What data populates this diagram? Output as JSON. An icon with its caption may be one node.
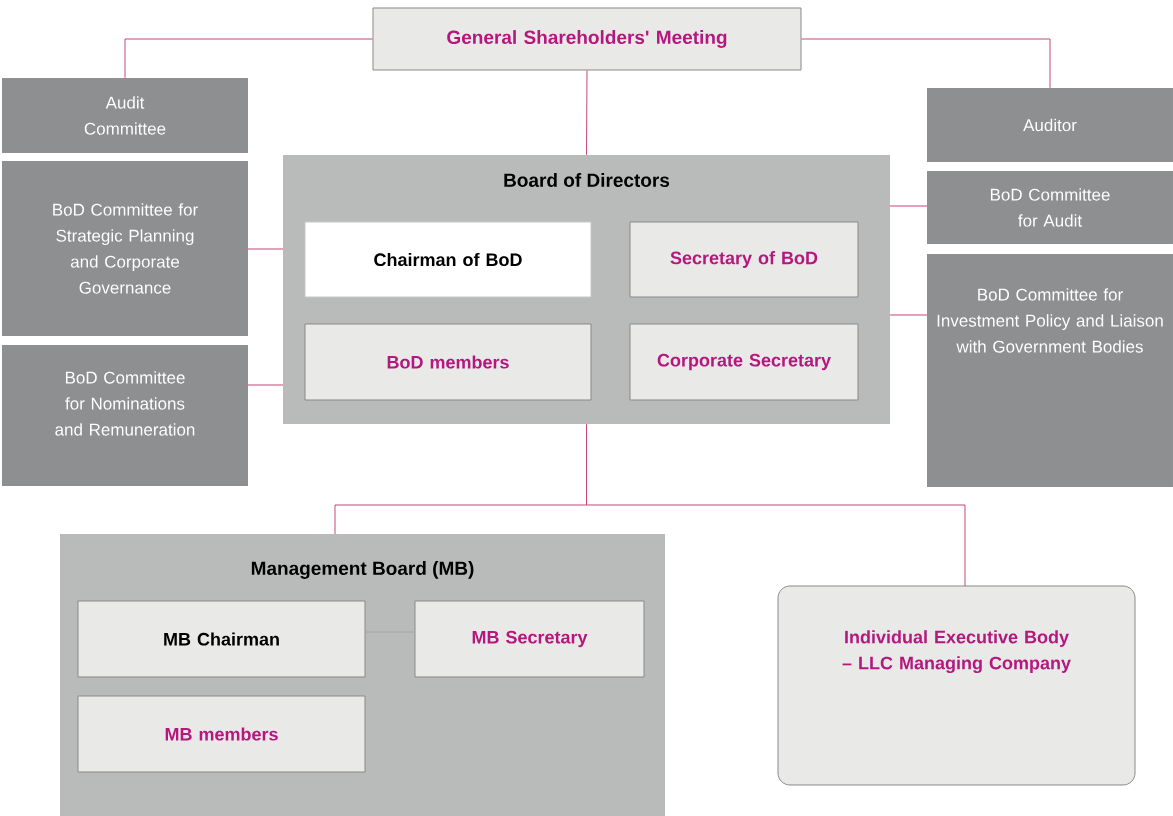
{
  "diagram": {
    "nodes": [
      {
        "text": [
          "General Shareholders' Meeting"
        ]
      },
      {
        "text": [
          "Audit Committee"
        ]
      },
      {
        "text": [
          "Auditor"
        ]
      },
      {
        "text": [
          "Board of Directors"
        ]
      },
      {
        "text": [
          "Chairman of BoD"
        ],
        "in": 3
      },
      {
        "text": [
          "Secretary of BoD"
        ],
        "in": 3
      },
      {
        "text": [
          "BoD members"
        ],
        "in": 3
      },
      {
        "text": [
          "Corporate Secretary"
        ],
        "in": 3
      },
      {
        "text": [
          "BoD Committee for Strategic Planning and Corporate Governance"
        ]
      },
      {
        "text": [
          "BoD Committee for Audit"
        ]
      },
      {
        "text": [
          "BoD Committee for Investment Policy and Liaison with Government Bodies"
        ]
      },
      {
        "text": [
          "BoD Committee for Nominations and Remuneration"
        ]
      },
      {
        "text": [
          "Management Board (MB)"
        ]
      },
      {
        "text": [
          "MB Chairman"
        ],
        "in": 12
      },
      {
        "text": [
          "MB Secretary"
        ],
        "in": 12
      },
      {
        "text": [
          "MB members"
        ],
        "in": 12
      },
      {
        "text": [
          "Individual Executive Body – LLC Managing Company"
        ]
      }
    ],
    "edges": [
      {
        "from": 0,
        "to": 1,
        "arrow": "none"
      },
      {
        "from": 0,
        "to": 2,
        "arrow": "none"
      },
      {
        "from": 0,
        "to": 3,
        "arrow": "none"
      },
      {
        "from": 3,
        "to": 8,
        "arrow": "none"
      },
      {
        "from": 3,
        "to": 11,
        "arrow": "none"
      },
      {
        "from": 3,
        "to": 9,
        "arrow": "none"
      },
      {
        "from": 3,
        "to": 10,
        "arrow": "none"
      },
      {
        "from": 3,
        "to": 12,
        "arrow": "none"
      },
      {
        "from": 3,
        "to": 16,
        "arrow": "none"
      },
      {
        "from": 13,
        "to": 14,
        "arrow": "none",
        "color": "#a6a6a6"
      }
    ]
  }
}
